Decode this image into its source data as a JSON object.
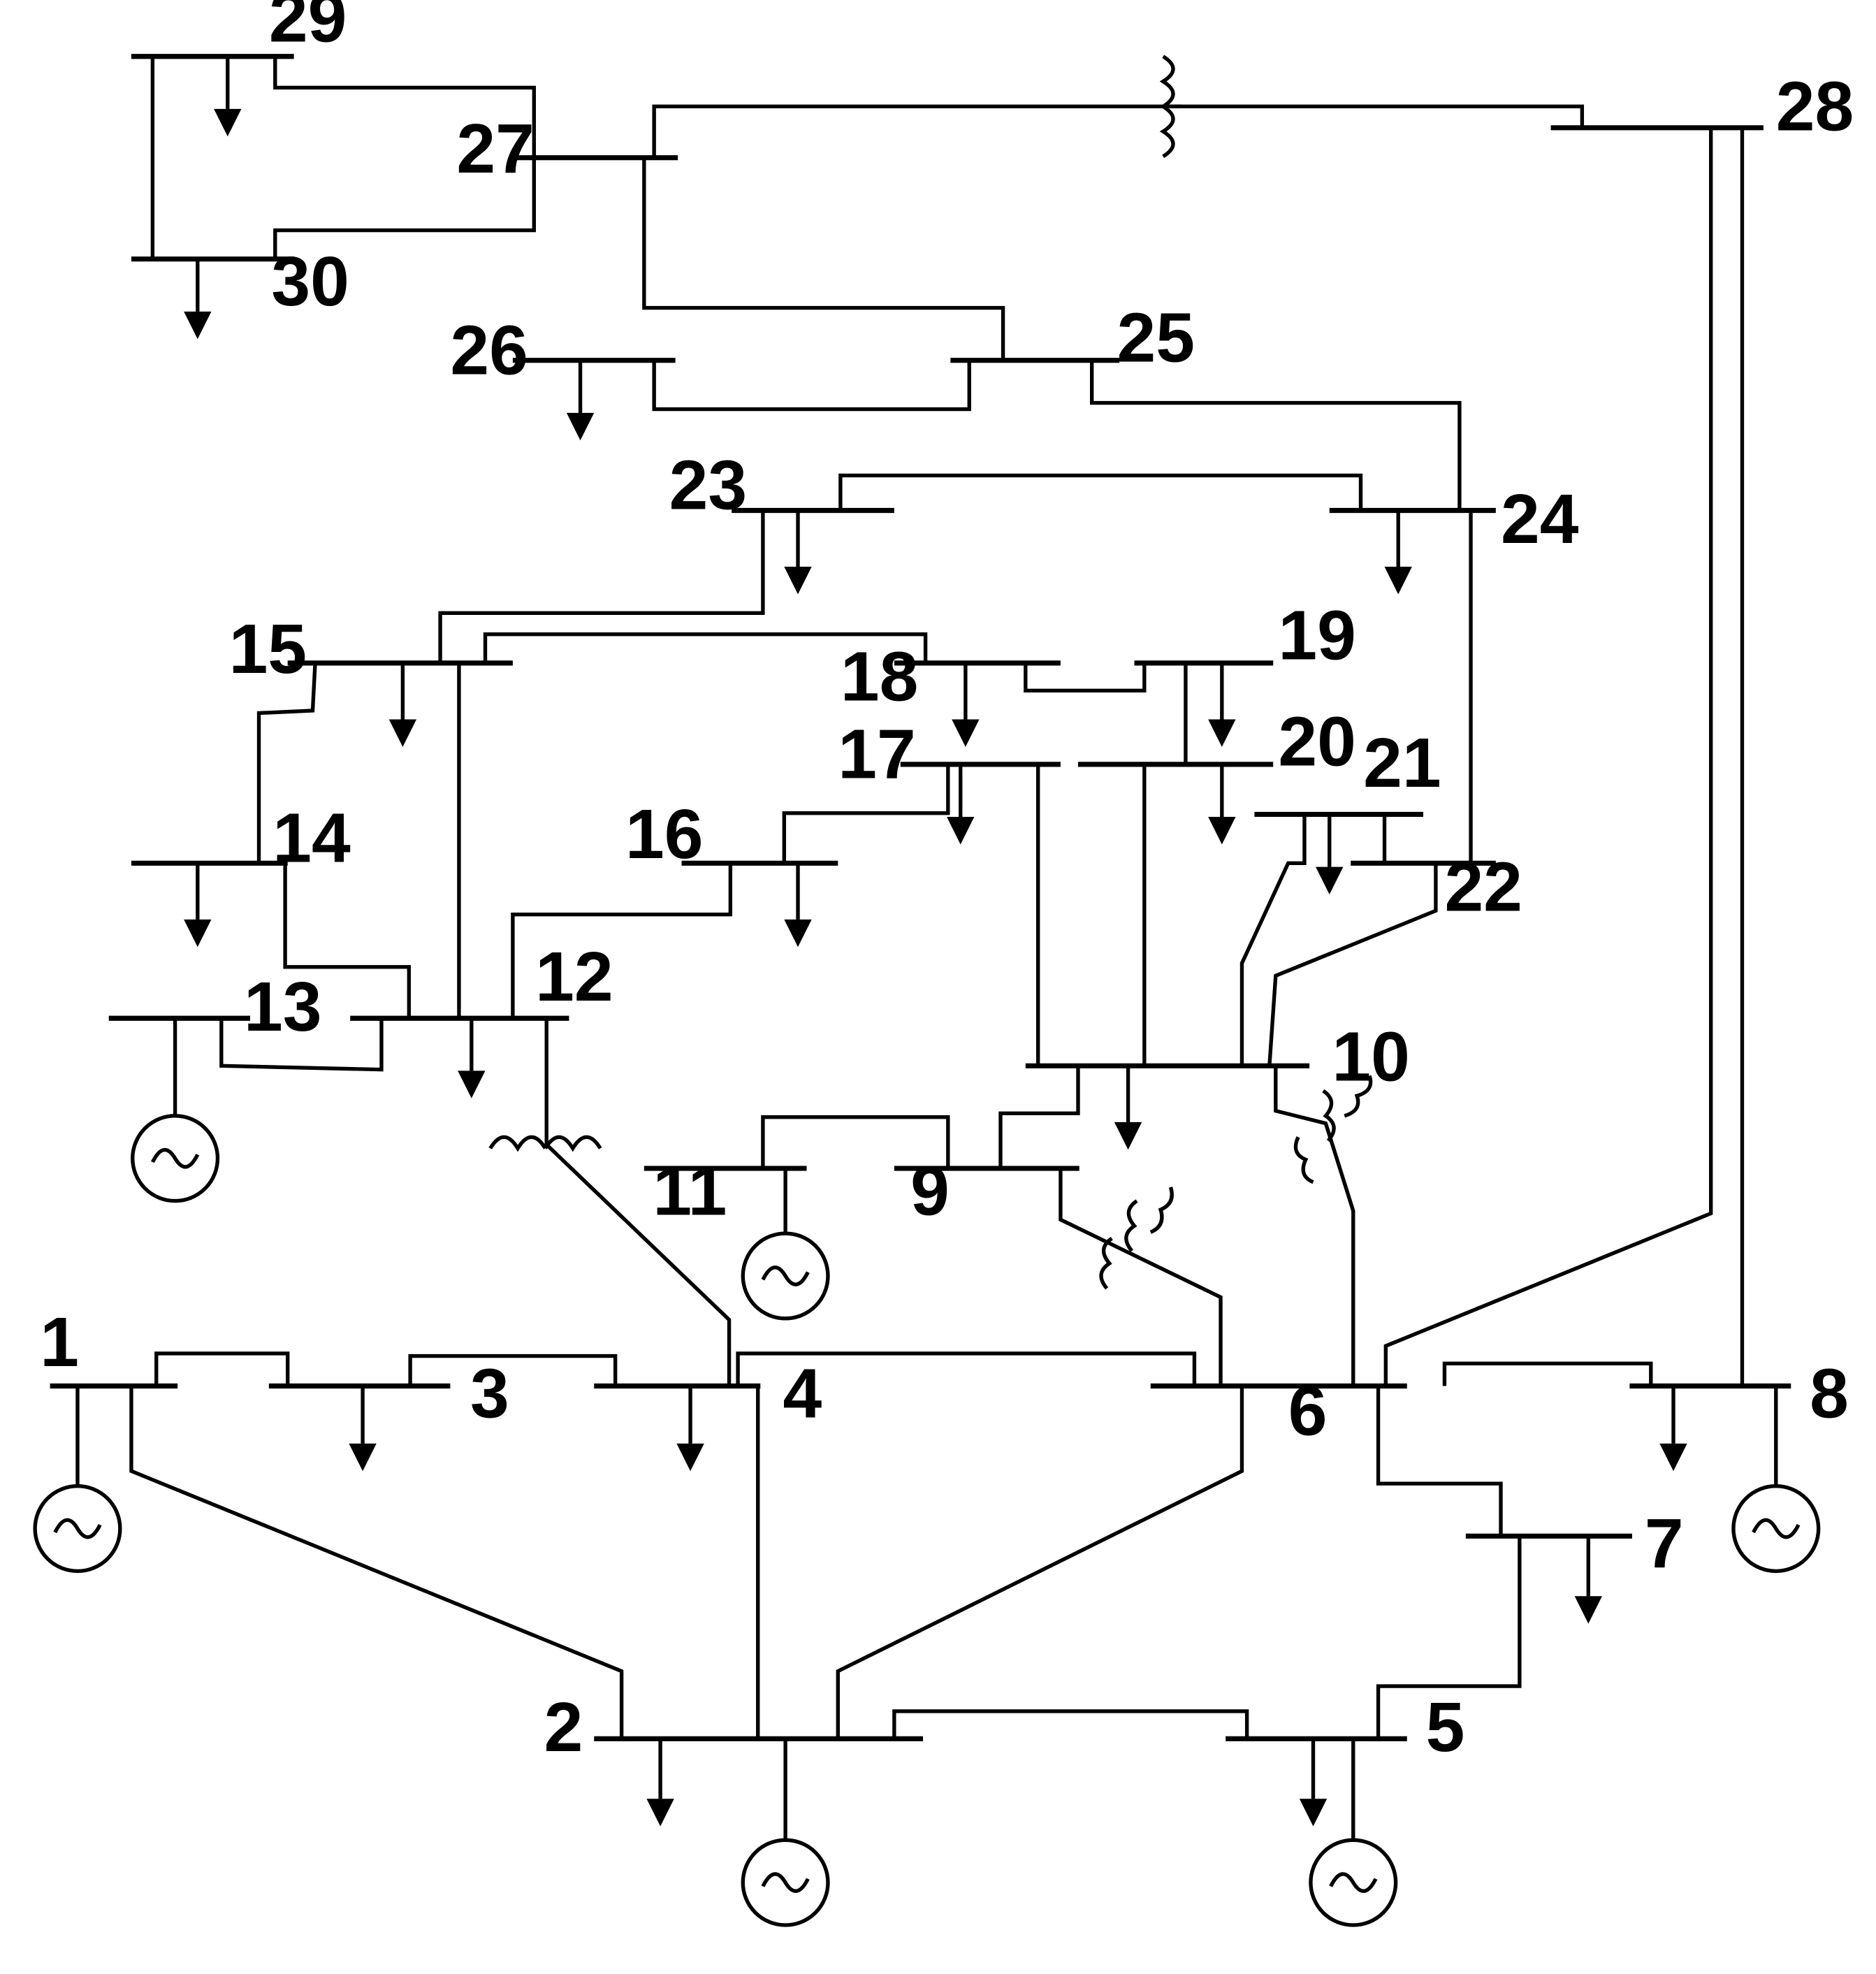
{
  "buses": [
    {
      "id": "1",
      "label": "1"
    },
    {
      "id": "2",
      "label": "2"
    },
    {
      "id": "3",
      "label": "3"
    },
    {
      "id": "4",
      "label": "4"
    },
    {
      "id": "5",
      "label": "5"
    },
    {
      "id": "6",
      "label": "6"
    },
    {
      "id": "7",
      "label": "7"
    },
    {
      "id": "8",
      "label": "8"
    },
    {
      "id": "9",
      "label": "9"
    },
    {
      "id": "10",
      "label": "10"
    },
    {
      "id": "11",
      "label": "11"
    },
    {
      "id": "12",
      "label": "12"
    },
    {
      "id": "13",
      "label": "13"
    },
    {
      "id": "14",
      "label": "14"
    },
    {
      "id": "15",
      "label": "15"
    },
    {
      "id": "16",
      "label": "16"
    },
    {
      "id": "17",
      "label": "17"
    },
    {
      "id": "18",
      "label": "18"
    },
    {
      "id": "19",
      "label": "19"
    },
    {
      "id": "20",
      "label": "20"
    },
    {
      "id": "21",
      "label": "21"
    },
    {
      "id": "22",
      "label": "22"
    },
    {
      "id": "23",
      "label": "23"
    },
    {
      "id": "24",
      "label": "24"
    },
    {
      "id": "25",
      "label": "25"
    },
    {
      "id": "26",
      "label": "26"
    },
    {
      "id": "27",
      "label": "27"
    },
    {
      "id": "28",
      "label": "28"
    },
    {
      "id": "29",
      "label": "29"
    },
    {
      "id": "30",
      "label": "30"
    }
  ],
  "generators": [
    "1",
    "2",
    "5",
    "8",
    "11",
    "13"
  ],
  "loads": [
    "2",
    "3",
    "4",
    "5",
    "7",
    "8",
    "10",
    "12",
    "14",
    "15",
    "16",
    "17",
    "18",
    "19",
    "20",
    "21",
    "23",
    "24",
    "26",
    "29",
    "30"
  ],
  "transformers": [
    "4-12",
    "6-9",
    "6-10",
    "27-28"
  ],
  "lines": [
    "1-2",
    "1-3",
    "2-4",
    "2-5",
    "2-6",
    "3-4",
    "4-6",
    "4-12",
    "5-7",
    "6-7",
    "6-8",
    "6-9",
    "6-10",
    "6-28",
    "8-28",
    "9-10",
    "9-11",
    "10-17",
    "10-20",
    "10-21",
    "10-22",
    "12-13",
    "12-14",
    "12-15",
    "12-16",
    "14-15",
    "15-18",
    "15-23",
    "16-17",
    "18-19",
    "19-20",
    "21-22",
    "22-24",
    "23-24",
    "24-25",
    "25-26",
    "25-27",
    "27-28",
    "27-29",
    "27-30",
    "29-30"
  ]
}
